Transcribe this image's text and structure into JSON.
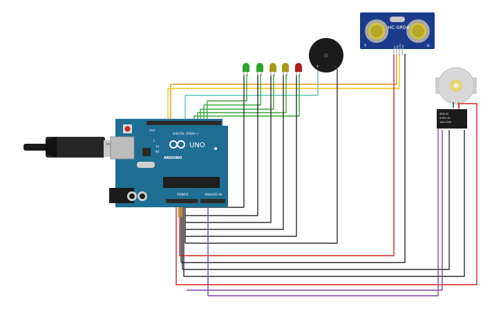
{
  "board": {
    "name": "ARDUINO",
    "model": "UNO",
    "digital_header": "DIGITAL (PWM~)",
    "power_header": "POWER",
    "analog_header": "ANALOG IN",
    "pin_top_left": "AREF",
    "led_labels": [
      "L",
      "TX",
      "RX"
    ],
    "colors": {
      "pcb": "#1f6e93",
      "header": "#2a2a2a",
      "chip": "#1e1e1e"
    }
  },
  "sensor": {
    "name": "HC-SR04",
    "pins": [
      "Vcc",
      "Trig",
      "Echo",
      "Gnd"
    ],
    "pin_marks": [
      "T",
      "R"
    ],
    "color": "#1a3b8c"
  },
  "leds": {
    "colors": [
      "#2ea32e",
      "#2ea32e",
      "#a69a1a",
      "#a69a1a",
      "#b01c1c"
    ]
  },
  "buzzer": {
    "plus": "+",
    "minus": "-"
  },
  "relay": {
    "lines": [
      "SRD-05",
      "5VDC-SL",
      "10A 250V"
    ]
  },
  "wire_colors": {
    "black": "#2b2b2b",
    "red": "#d12020",
    "orange": "#f0960a",
    "yellow": "#e8c91a",
    "green": "#3aa53a",
    "teal": "#5fc0c0",
    "purple": "#7b3fa3"
  }
}
